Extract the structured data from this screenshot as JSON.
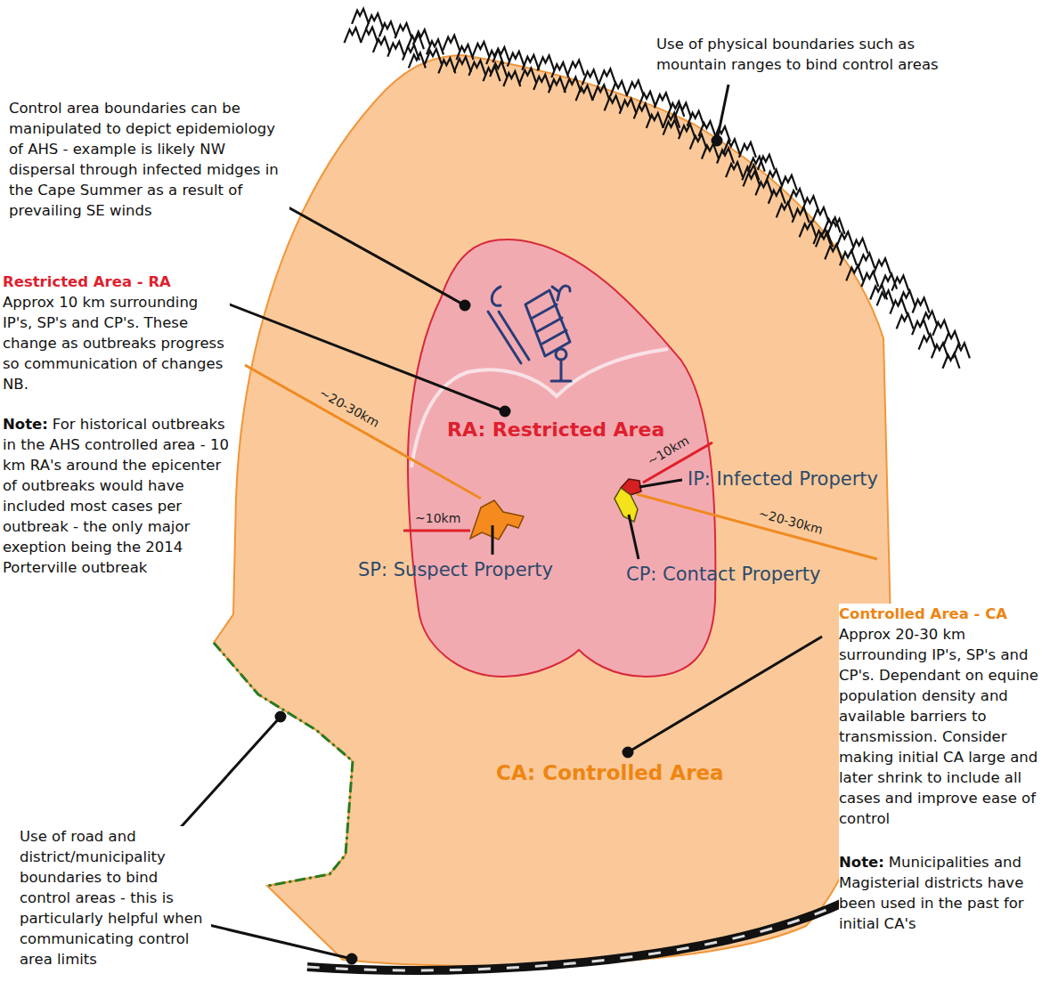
{
  "diagram": {
    "nodes": [
      {
        "text": [
          "CA: Controlled Area"
        ]
      },
      {
        "text": [
          "RA: Restricted Area"
        ],
        "in": 0
      }
    ],
    "labels": [
      "Use of physical boundaries such as mountain ranges to bind control areas",
      "Control area boundaries can be manipulated to depict epidemiology of AHS - example is likely NW dispersal through infected midges in the Cape Summer as a result of prevailing SE winds",
      "Restricted Area - RA",
      "Approx 10 km surrounding IP's, SP's and CP's. These change as outbreaks progress so communication of changes NB.",
      "Note:",
      "For historical outbreaks in the AHS controlled area - 10 km RA's around the epicenter of outbreaks would have included most cases per outbreak - the only major exeption being the 2014 Porterville outbreak",
      "~20-30km",
      "~10km",
      "SP: Suspect Property",
      "~10km",
      "IP: Infected Property",
      "~20-30km",
      "CP: Contact Property",
      "Controlled Area - CA",
      "Approx 20-30 km surrounding IP's, SP's and CP's. Dependant on equine population density and available barriers to transmission. Consider making initial CA large and later shrink to include all cases and improve ease of control",
      "Note:",
      "Municipalities and Magisterial districts have been used in the past for initial CA's",
      "Use of road and district/municipality boundaries to bind control areas - this is particularly helpful when communicating control area limits"
    ]
  }
}
